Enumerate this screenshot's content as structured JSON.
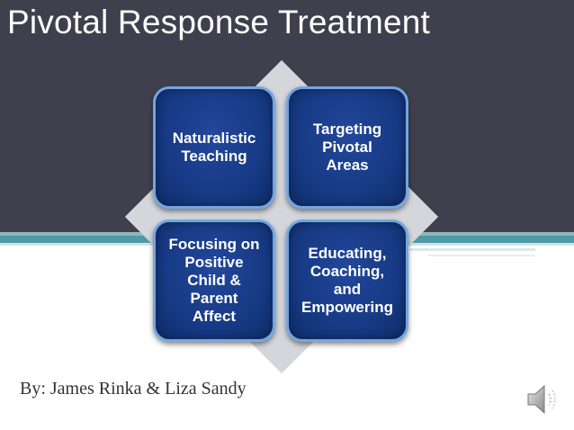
{
  "slide": {
    "title": "Pivotal Response Treatment",
    "byline": "By: James Rinka & Liza Sandy"
  },
  "diagram": {
    "boxes": [
      {
        "label": "Naturalistic\nTeaching"
      },
      {
        "label": "Targeting\nPivotal\nAreas"
      },
      {
        "label": "Focusing on\nPositive\nChild &\nParent\nAffect"
      },
      {
        "label": "Educating,\nCoaching,\nand\nEmpowering"
      }
    ]
  },
  "icons": {
    "audio": "speaker-icon"
  },
  "colors": {
    "header_band": "#3f3f4e",
    "accent_stripe": "#4f9aa6",
    "box_fill": "#163a84",
    "box_border": "#74a6e0",
    "diamond": "#d4d6dc"
  }
}
